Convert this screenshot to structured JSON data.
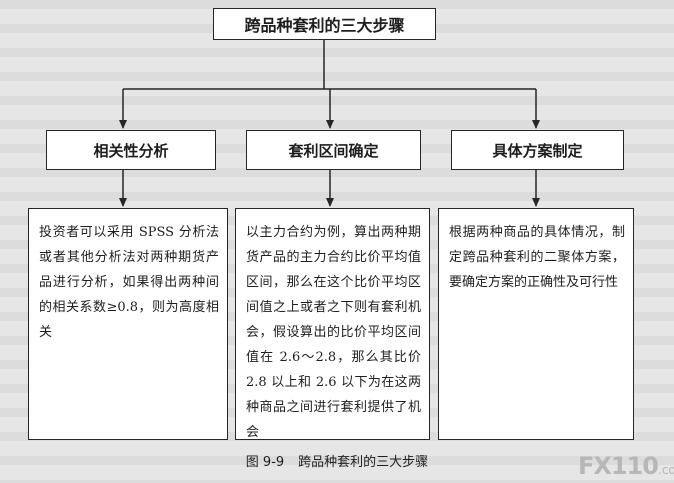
{
  "diagram": {
    "title": "跨品种套利的三大步骤",
    "steps": [
      {
        "heading": "相关性分析",
        "body": "投资者可以采用 SPSS 分析法或者其他分析法对两种期货产品进行分析，如果得出两种间的相关系数≥0.8，则为高度相关"
      },
      {
        "heading": "套利区间确定",
        "body": "以主力合约为例，算出两种期货产品的主力合约比价平均值区间，那么在这个比价平均区间值之上或者之下则有套利机会，假设算出的比价平均区间值在 2.6～2.8，那么其比价 2.8 以上和 2.6 以下为在这两种商品之间进行套利提供了机会"
      },
      {
        "heading": "具体方案制定",
        "body": "根据两种商品的具体情况，制定跨品种套利的二聚体方案，要确定方案的正确性及可行性"
      }
    ]
  },
  "caption": {
    "number": "图 9-9",
    "text": "跨品种套利的三大步骤"
  },
  "watermark": {
    "brand": "FX110",
    "domain": ".com"
  }
}
